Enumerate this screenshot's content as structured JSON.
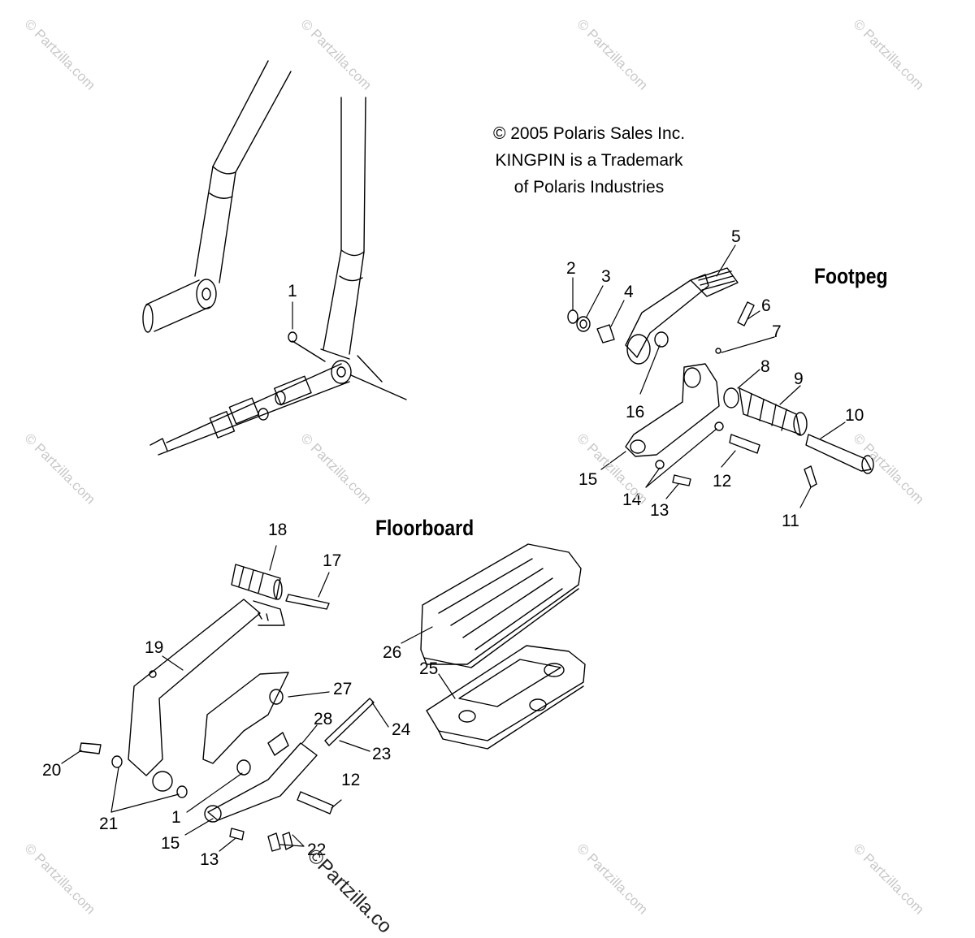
{
  "copyright": {
    "line1": "© 2005 Polaris Sales Inc.",
    "line2": "KINGPIN is a Trademark",
    "line3": "of Polaris Industries"
  },
  "sections": {
    "footpeg": "Footpeg",
    "floorboard": "Floorboard"
  },
  "callouts": [
    {
      "id": "c1a",
      "label": "1"
    },
    {
      "id": "c2",
      "label": "2"
    },
    {
      "id": "c3",
      "label": "3"
    },
    {
      "id": "c4",
      "label": "4"
    },
    {
      "id": "c5",
      "label": "5"
    },
    {
      "id": "c6",
      "label": "6"
    },
    {
      "id": "c7",
      "label": "7"
    },
    {
      "id": "c8",
      "label": "8"
    },
    {
      "id": "c9",
      "label": "9"
    },
    {
      "id": "c10",
      "label": "10"
    },
    {
      "id": "c11",
      "label": "11"
    },
    {
      "id": "c12a",
      "label": "12"
    },
    {
      "id": "c13a",
      "label": "13"
    },
    {
      "id": "c14",
      "label": "14"
    },
    {
      "id": "c15a",
      "label": "15"
    },
    {
      "id": "c16",
      "label": "16"
    },
    {
      "id": "c17",
      "label": "17"
    },
    {
      "id": "c18",
      "label": "18"
    },
    {
      "id": "c19",
      "label": "19"
    },
    {
      "id": "c20",
      "label": "20"
    },
    {
      "id": "c21",
      "label": "21"
    },
    {
      "id": "c22",
      "label": "22"
    },
    {
      "id": "c23",
      "label": "23"
    },
    {
      "id": "c24",
      "label": "24"
    },
    {
      "id": "c25",
      "label": "25"
    },
    {
      "id": "c26",
      "label": "26"
    },
    {
      "id": "c27",
      "label": "27"
    },
    {
      "id": "c28",
      "label": "28"
    },
    {
      "id": "c1b",
      "label": "1"
    },
    {
      "id": "c12b",
      "label": "12"
    },
    {
      "id": "c13b",
      "label": "13"
    },
    {
      "id": "c15b",
      "label": "15"
    }
  ],
  "watermark": {
    "faint": "© Partzilla.com",
    "main": "©Partzilla.co"
  }
}
